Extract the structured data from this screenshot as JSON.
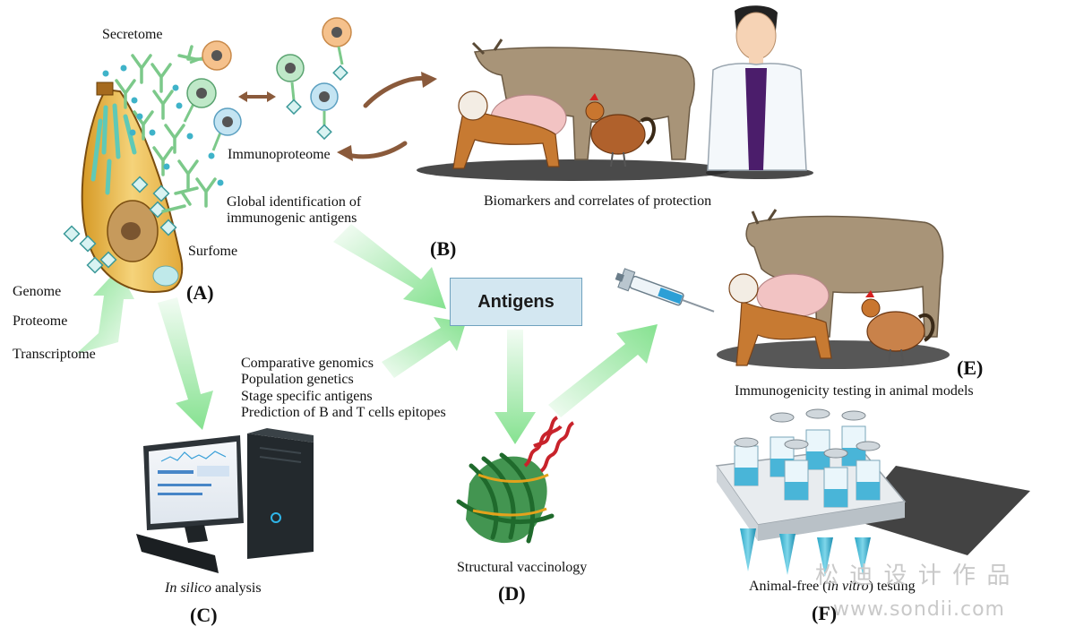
{
  "labels": {
    "secretome": "Secretome",
    "immunoproteome": "Immunoproteome",
    "global_identification": [
      "Global identification of",
      "immunogenic antigens"
    ],
    "surfome": "Surfome",
    "omics": [
      "Genome",
      "Proteome",
      "Transcriptome"
    ],
    "panel_a": "(A)",
    "biomarkers": "Biomarkers and correlates of protection",
    "panel_b": "(B)",
    "antigens": "Antigens",
    "methods": [
      "Comparative genomics",
      "Population genetics",
      "Stage specific antigens",
      "Prediction of B and T cells epitopes"
    ],
    "in_silico_italic": "In silico",
    "in_silico_rest": " analysis",
    "panel_c": "(C)",
    "structural": "Structural vaccinology",
    "panel_d": "(D)",
    "immunogenicity": "Immunogenicity testing in animal models",
    "panel_e": "(E)",
    "animal_free_a": "Animal-free (",
    "animal_free_italic": "in vitro",
    "animal_free_b": ") testing",
    "panel_f": "(F)"
  },
  "watermark": {
    "line1": "松 迪 设 计 作 品",
    "line2": "www.sondii.com"
  },
  "colors": {
    "arrow_green": "#7fe08a",
    "antigen_box": "#d3e7f1",
    "antibody": "#7cc98a",
    "dot": "#3fb3c9",
    "cow": "#a89478",
    "cat": "#c77a32",
    "pig": "#f2c3c3",
    "hen": "#b0612c",
    "coat": "#f4f8fb",
    "shirt": "#4b1d6b"
  }
}
